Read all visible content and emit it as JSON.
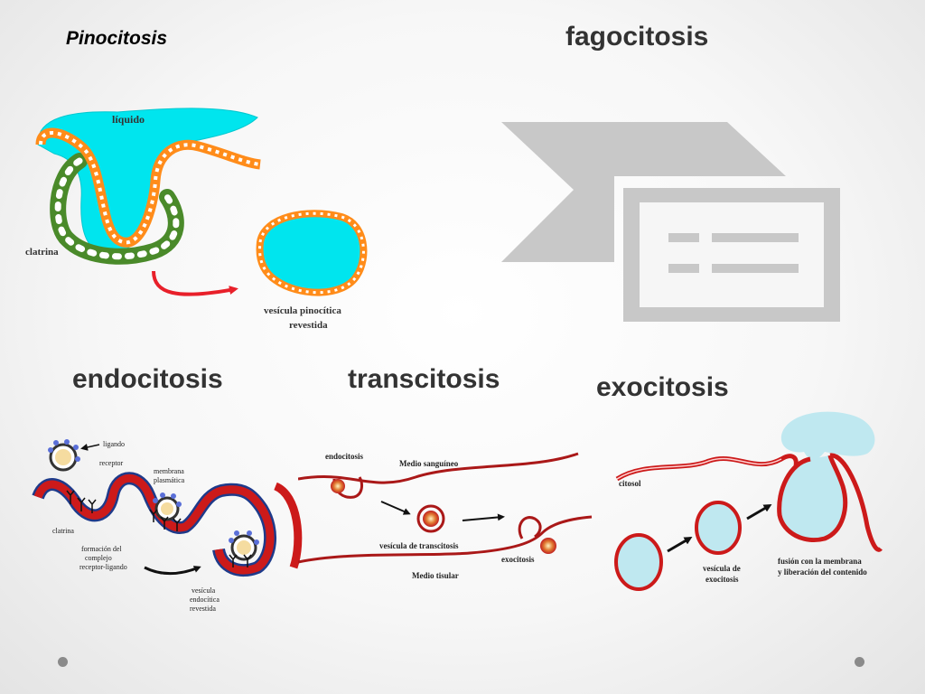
{
  "titles": {
    "pinocitosis": "Pinocitosis",
    "fagocitosis": "fagocitosis",
    "endocitosis": "endocitosis",
    "transcitosis": "transcitosis",
    "exocitosis": "exocitosis"
  },
  "pinocitosis_labels": {
    "liquido": "líquido",
    "clatrina": "clatrina",
    "vesicula_line1": "vesícula pinocítica",
    "vesicula_line2": "revestida"
  },
  "endocitosis_labels": {
    "ligando": "ligando",
    "receptor": "receptor",
    "membrana_line1": "membrana",
    "membrana_line2": "plasmática",
    "clatrina": "clatrina",
    "formacion_line1": "formación del",
    "formacion_line2": "complejo",
    "formacion_line3": "receptor-ligando",
    "vesicula_line1": "vesícula",
    "vesicula_line2": "endocítica",
    "vesicula_line3": "revestida"
  },
  "transcitosis_labels": {
    "endocitosis": "endocitosis",
    "medio_sanguineo": "Medio sanguíneo",
    "vesicula_transcitosis": "vesícula de transcitosis",
    "exocitosis": "exocitosis",
    "medio_tisular": "Medio tisular"
  },
  "exocitosis_labels": {
    "citosol": "citosol",
    "vesicula_line1": "vesícula de",
    "vesicula_line2": "exocitosis",
    "fusion_line1": "fusión con la membrana",
    "fusion_line2": "y liberación del contenido"
  },
  "colors": {
    "fluid": "#00e5ee",
    "membrane_orange": "#ff8c1a",
    "clathrin_green": "#4a8a2a",
    "arrow_red": "#e8202a",
    "membrane_red": "#cc1a1a",
    "placeholder_gray": "#c8c8c8"
  },
  "icons": {
    "placeholder": "picture-placeholder-icon"
  }
}
